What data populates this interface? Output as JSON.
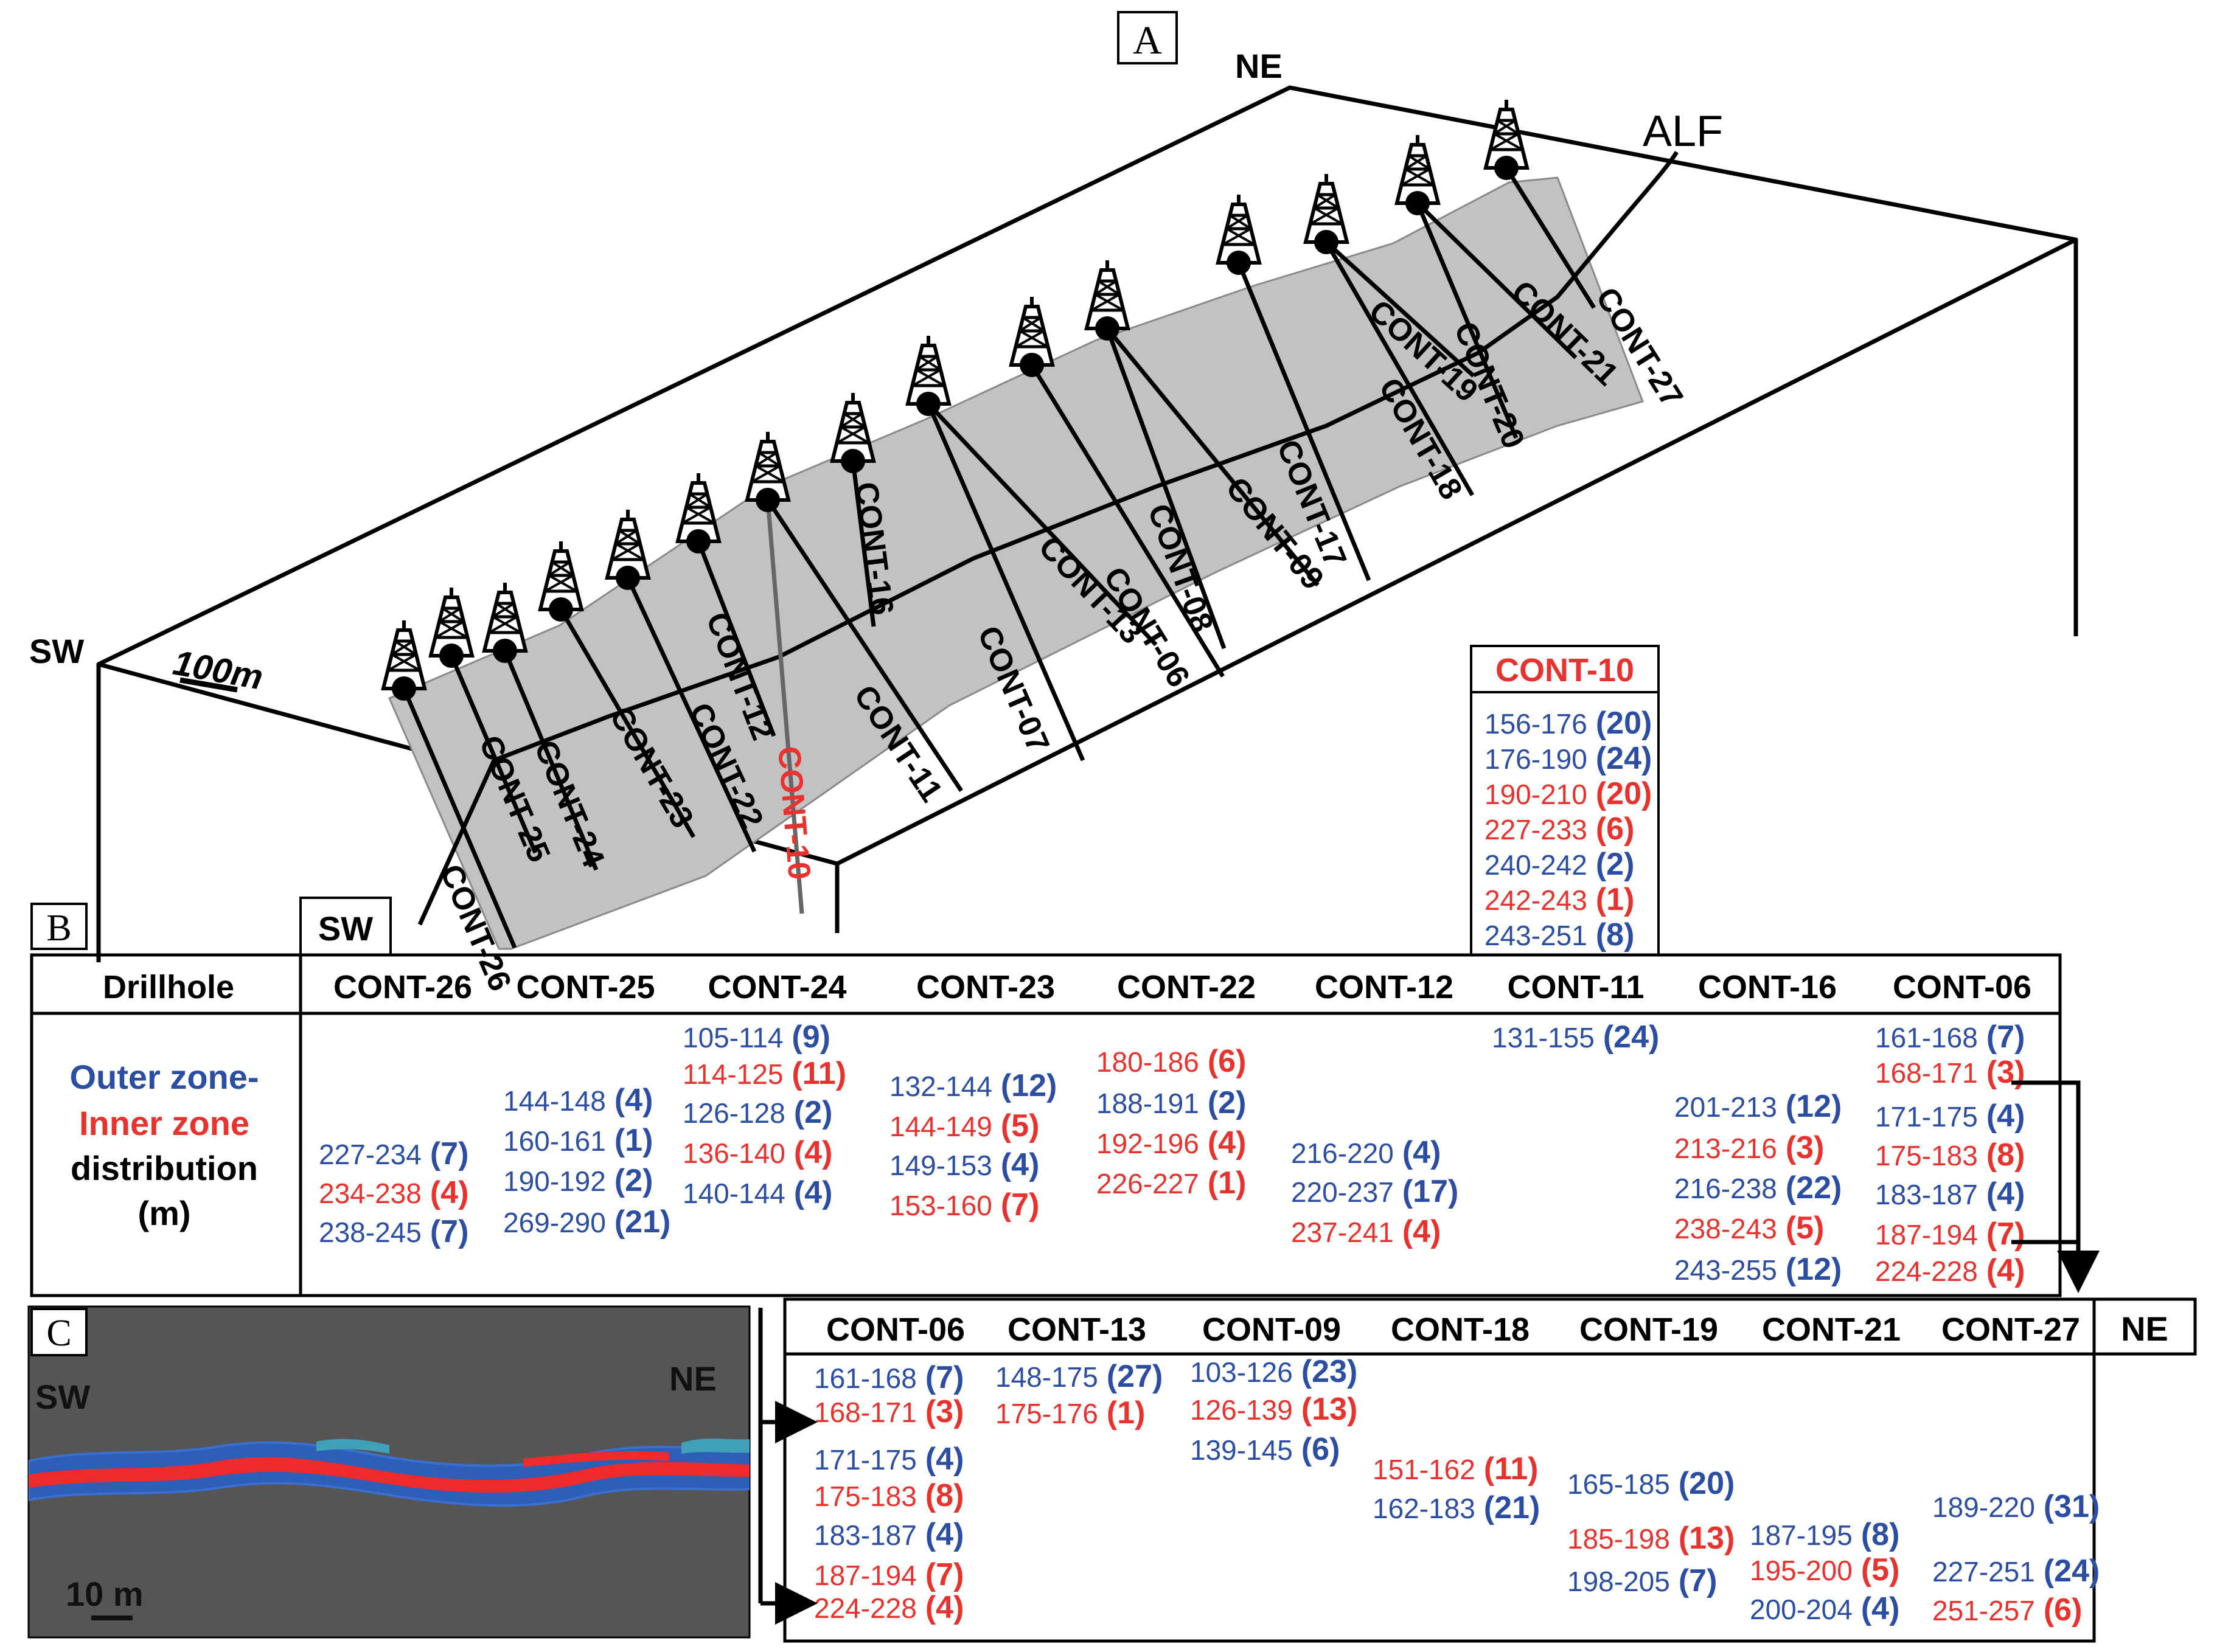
{
  "colors": {
    "outer": "#2b4ea3",
    "inner": "#e8322e",
    "text": "#000000",
    "band": "#c2c2c2",
    "panel_c_bg": "#555555"
  },
  "panel_a": {
    "letter": "A",
    "ne": "NE",
    "sw": "SW",
    "alf": "ALF",
    "scale": "100m",
    "holes": [
      {
        "id": "CONT-26",
        "name": "CONT-26",
        "hl": false
      },
      {
        "id": "CONT-25",
        "name": "CONT-25",
        "hl": false
      },
      {
        "id": "CONT-24",
        "name": "CONT-24",
        "hl": false
      },
      {
        "id": "CONT-23",
        "name": "CONT-23",
        "hl": false
      },
      {
        "id": "CONT-22",
        "name": "CONT-22",
        "hl": false
      },
      {
        "id": "CONT-12",
        "name": "CONT-12",
        "hl": false
      },
      {
        "id": "CONT-10",
        "name": "CONT-10",
        "hl": true
      },
      {
        "id": "CONT-16",
        "name": "CONT-16",
        "hl": false
      },
      {
        "id": "CONT-11",
        "name": "CONT-11",
        "hl": false
      },
      {
        "id": "CONT-07",
        "name": "CONT-07",
        "hl": false
      },
      {
        "id": "CONT-13",
        "name": "CONT-13",
        "hl": false
      },
      {
        "id": "CONT-06",
        "name": "CONT-06",
        "hl": false
      },
      {
        "id": "CONT-08",
        "name": "CONT-08",
        "hl": false
      },
      {
        "id": "CONT-09",
        "name": "CONT-09",
        "hl": false
      },
      {
        "id": "CONT-17",
        "name": "CONT-17",
        "hl": false
      },
      {
        "id": "CONT-18",
        "name": "CONT-18",
        "hl": false
      },
      {
        "id": "CONT-19",
        "name": "CONT-19",
        "hl": false
      },
      {
        "id": "CONT-20",
        "name": "CONT-20",
        "hl": false
      },
      {
        "id": "CONT-21",
        "name": "CONT-21",
        "hl": false
      },
      {
        "id": "CONT-27",
        "name": "CONT-27",
        "hl": false
      }
    ]
  },
  "cont10_box": {
    "title": "CONT-10",
    "entries": [
      {
        "r": "156-176",
        "n": "(20)",
        "z": "outer"
      },
      {
        "r": "176-190",
        "n": "(24)",
        "z": "outer"
      },
      {
        "r": "190-210",
        "n": "(20)",
        "z": "inner"
      },
      {
        "r": "227-233",
        "n": "(6)",
        "z": "inner"
      },
      {
        "r": "240-242",
        "n": "(2)",
        "z": "outer"
      },
      {
        "r": "242-243",
        "n": "(1)",
        "z": "inner"
      },
      {
        "r": "243-251",
        "n": "(8)",
        "z": "outer"
      }
    ]
  },
  "panel_b": {
    "letter": "B",
    "sw": "SW",
    "header_label": "Drillhole",
    "legend": {
      "outer": "Outer zone-",
      "inner": "Inner zone",
      "dist": "distribution",
      "unit": "(m)"
    },
    "columns": [
      {
        "name": "CONT-26",
        "entries": [
          {
            "r": "227-234",
            "n": "(7)",
            "z": "outer"
          },
          {
            "r": "234-238",
            "n": "(4)",
            "z": "inner"
          },
          {
            "r": "238-245",
            "n": "(7)",
            "z": "outer"
          }
        ]
      },
      {
        "name": "CONT-25",
        "entries": [
          {
            "r": "144-148",
            "n": "(4)",
            "z": "outer"
          },
          {
            "r": "160-161",
            "n": "(1)",
            "z": "outer"
          },
          {
            "r": "190-192",
            "n": "(2)",
            "z": "outer"
          },
          {
            "r": "269-290",
            "n": "(21)",
            "z": "outer"
          }
        ]
      },
      {
        "name": "CONT-24",
        "entries": [
          {
            "r": "105-114",
            "n": "(9)",
            "z": "outer"
          },
          {
            "r": "114-125",
            "n": "(11)",
            "z": "inner"
          },
          {
            "r": "126-128",
            "n": "(2)",
            "z": "outer"
          },
          {
            "r": "136-140",
            "n": "(4)",
            "z": "inner"
          },
          {
            "r": "140-144",
            "n": "(4)",
            "z": "outer"
          }
        ]
      },
      {
        "name": "CONT-23",
        "entries": [
          {
            "r": "132-144",
            "n": "(12)",
            "z": "outer"
          },
          {
            "r": "144-149",
            "n": "(5)",
            "z": "inner"
          },
          {
            "r": "149-153",
            "n": "(4)",
            "z": "outer"
          },
          {
            "r": "153-160",
            "n": "(7)",
            "z": "inner"
          }
        ]
      },
      {
        "name": "CONT-22",
        "entries": [
          {
            "r": "180-186",
            "n": "(6)",
            "z": "inner"
          },
          {
            "r": "188-191",
            "n": "(2)",
            "z": "outer"
          },
          {
            "r": "192-196",
            "n": "(4)",
            "z": "inner"
          },
          {
            "r": "226-227",
            "n": "(1)",
            "z": "inner"
          }
        ]
      },
      {
        "name": "CONT-12",
        "entries": [
          {
            "r": "216-220",
            "n": "(4)",
            "z": "outer"
          },
          {
            "r": "220-237",
            "n": "(17)",
            "z": "outer"
          },
          {
            "r": "237-241",
            "n": "(4)",
            "z": "inner"
          }
        ]
      },
      {
        "name": "CONT-11",
        "entries": [
          {
            "r": "131-155",
            "n": "(24)",
            "z": "outer"
          }
        ]
      },
      {
        "name": "CONT-16",
        "entries": [
          {
            "r": "201-213",
            "n": "(12)",
            "z": "outer"
          },
          {
            "r": "213-216",
            "n": "(3)",
            "z": "inner"
          },
          {
            "r": "216-238",
            "n": "(22)",
            "z": "outer"
          },
          {
            "r": "238-243",
            "n": "(5)",
            "z": "inner"
          },
          {
            "r": "243-255",
            "n": "(12)",
            "z": "outer"
          }
        ]
      },
      {
        "name": "CONT-06",
        "entries": [
          {
            "r": "161-168",
            "n": "(7)",
            "z": "outer"
          },
          {
            "r": "168-171",
            "n": "(3)",
            "z": "inner"
          },
          {
            "r": "171-175",
            "n": "(4)",
            "z": "outer"
          },
          {
            "r": "175-183",
            "n": "(8)",
            "z": "inner"
          },
          {
            "r": "183-187",
            "n": "(4)",
            "z": "outer"
          },
          {
            "r": "187-194",
            "n": "(7)",
            "z": "inner"
          },
          {
            "r": "224-228",
            "n": "(4)",
            "z": "inner"
          }
        ]
      }
    ]
  },
  "panel_c": {
    "letter": "C",
    "sw": "SW",
    "ne": "NE",
    "scale": "10 m",
    "ne_box": "NE",
    "columns": [
      {
        "name": "CONT-06",
        "entries": [
          {
            "r": "161-168",
            "n": "(7)",
            "z": "outer"
          },
          {
            "r": "168-171",
            "n": "(3)",
            "z": "inner"
          },
          {
            "r": "171-175",
            "n": "(4)",
            "z": "outer"
          },
          {
            "r": "175-183",
            "n": "(8)",
            "z": "inner"
          },
          {
            "r": "183-187",
            "n": "(4)",
            "z": "outer"
          },
          {
            "r": "187-194",
            "n": "(7)",
            "z": "inner"
          },
          {
            "r": "224-228",
            "n": "(4)",
            "z": "inner"
          }
        ]
      },
      {
        "name": "CONT-13",
        "entries": [
          {
            "r": "148-175",
            "n": "(27)",
            "z": "outer"
          },
          {
            "r": "175-176",
            "n": "(1)",
            "z": "inner"
          }
        ]
      },
      {
        "name": "CONT-09",
        "entries": [
          {
            "r": "103-126",
            "n": "(23)",
            "z": "outer"
          },
          {
            "r": "126-139",
            "n": "(13)",
            "z": "inner"
          },
          {
            "r": "139-145",
            "n": "(6)",
            "z": "outer"
          }
        ]
      },
      {
        "name": "CONT-18",
        "entries": [
          {
            "r": "151-162",
            "n": "(11)",
            "z": "inner"
          },
          {
            "r": "162-183",
            "n": "(21)",
            "z": "outer"
          }
        ]
      },
      {
        "name": "CONT-19",
        "entries": [
          {
            "r": "165-185",
            "n": "(20)",
            "z": "outer"
          },
          {
            "r": "185-198",
            "n": "(13)",
            "z": "inner"
          },
          {
            "r": "198-205",
            "n": "(7)",
            "z": "outer"
          }
        ]
      },
      {
        "name": "CONT-21",
        "entries": [
          {
            "r": "187-195",
            "n": "(8)",
            "z": "outer"
          },
          {
            "r": "195-200",
            "n": "(5)",
            "z": "inner"
          },
          {
            "r": "200-204",
            "n": "(4)",
            "z": "outer"
          }
        ]
      },
      {
        "name": "CONT-27",
        "entries": [
          {
            "r": "189-220",
            "n": "(31)",
            "z": "outer"
          },
          {
            "r": "227-251",
            "n": "(24)",
            "z": "outer"
          },
          {
            "r": "251-257",
            "n": "(6)",
            "z": "inner"
          }
        ]
      }
    ]
  }
}
